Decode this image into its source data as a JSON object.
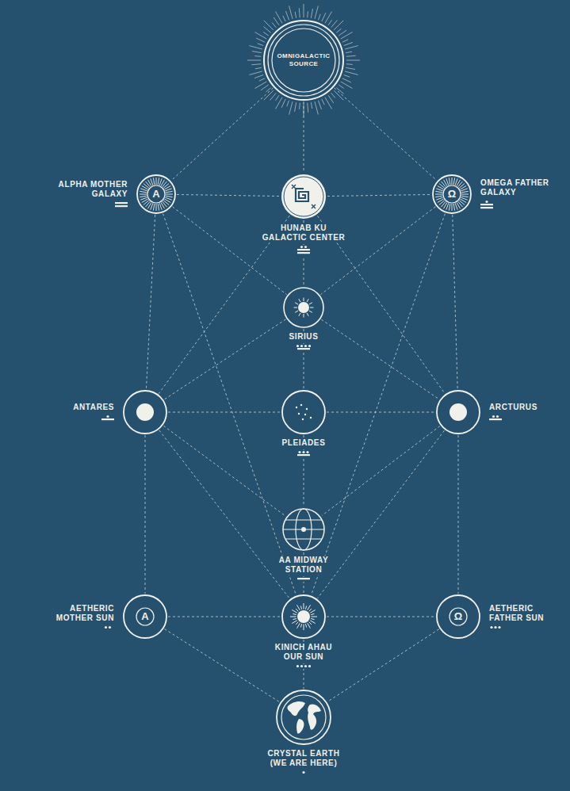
{
  "diagram": {
    "nodes": [
      {
        "text": [
          "OMNIGALACTIC SOURCE"
        ]
      },
      {
        "text": [
          "ALPHA MOTHER GALAXY",
          "A"
        ]
      },
      {
        "text": [
          "HUNAB KU GALACTIC CENTER"
        ]
      },
      {
        "text": [
          "Ω",
          "OMEGA FATHER GALAXY"
        ]
      },
      {
        "text": [
          "SIRIUS"
        ]
      },
      {
        "text": [
          "ANTARES"
        ]
      },
      {
        "text": [
          "PLEIADES"
        ]
      },
      {
        "text": [
          "ARCTURUS"
        ]
      },
      {
        "text": [
          "AA MIDWAY STATION"
        ]
      },
      {
        "text": [
          "AETHERIC MOTHER SUN",
          "A"
        ]
      },
      {
        "text": [
          "KINICH AHAU OUR SUN"
        ]
      },
      {
        "text": [
          "Ω",
          "AETHERIC FATHER SUN"
        ]
      },
      {
        "text": [
          "CRYSTAL EARTH (WE ARE HERE)"
        ]
      }
    ],
    "edges": [
      {
        "from": 0,
        "to": 1,
        "arrow": "none"
      },
      {
        "from": 0,
        "to": 2,
        "arrow": "none"
      },
      {
        "from": 0,
        "to": 3,
        "arrow": "none"
      },
      {
        "from": 1,
        "to": 2,
        "arrow": "none"
      },
      {
        "from": 2,
        "to": 3,
        "arrow": "none"
      },
      {
        "from": 1,
        "to": 5,
        "arrow": "none"
      },
      {
        "from": 3,
        "to": 7,
        "arrow": "none"
      },
      {
        "from": 2,
        "to": 4,
        "arrow": "none"
      },
      {
        "from": 4,
        "to": 6,
        "arrow": "none"
      },
      {
        "from": 6,
        "to": 8,
        "arrow": "none"
      },
      {
        "from": 8,
        "to": 10,
        "arrow": "none"
      },
      {
        "from": 10,
        "to": 12,
        "arrow": "none"
      },
      {
        "from": 5,
        "to": 6,
        "arrow": "none"
      },
      {
        "from": 6,
        "to": 7,
        "arrow": "none"
      },
      {
        "from": 9,
        "to": 10,
        "arrow": "none"
      },
      {
        "from": 10,
        "to": 11,
        "arrow": "none"
      },
      {
        "from": 5,
        "to": 9,
        "arrow": "none"
      },
      {
        "from": 7,
        "to": 11,
        "arrow": "none"
      },
      {
        "from": 9,
        "to": 12,
        "arrow": "none"
      },
      {
        "from": 11,
        "to": 12,
        "arrow": "none"
      },
      {
        "from": 1,
        "to": 4,
        "arrow": "none"
      },
      {
        "from": 3,
        "to": 4,
        "arrow": "none"
      },
      {
        "from": 2,
        "to": 5,
        "arrow": "none"
      },
      {
        "from": 2,
        "to": 7,
        "arrow": "none"
      },
      {
        "from": 4,
        "to": 5,
        "arrow": "none"
      },
      {
        "from": 4,
        "to": 7,
        "arrow": "none"
      },
      {
        "from": 1,
        "to": 10,
        "arrow": "none"
      },
      {
        "from": 3,
        "to": 10,
        "arrow": "none"
      },
      {
        "from": 5,
        "to": 8,
        "arrow": "none"
      },
      {
        "from": 7,
        "to": 8,
        "arrow": "none"
      },
      {
        "from": 5,
        "to": 10,
        "arrow": "none"
      },
      {
        "from": 7,
        "to": 10,
        "arrow": "none"
      }
    ]
  }
}
